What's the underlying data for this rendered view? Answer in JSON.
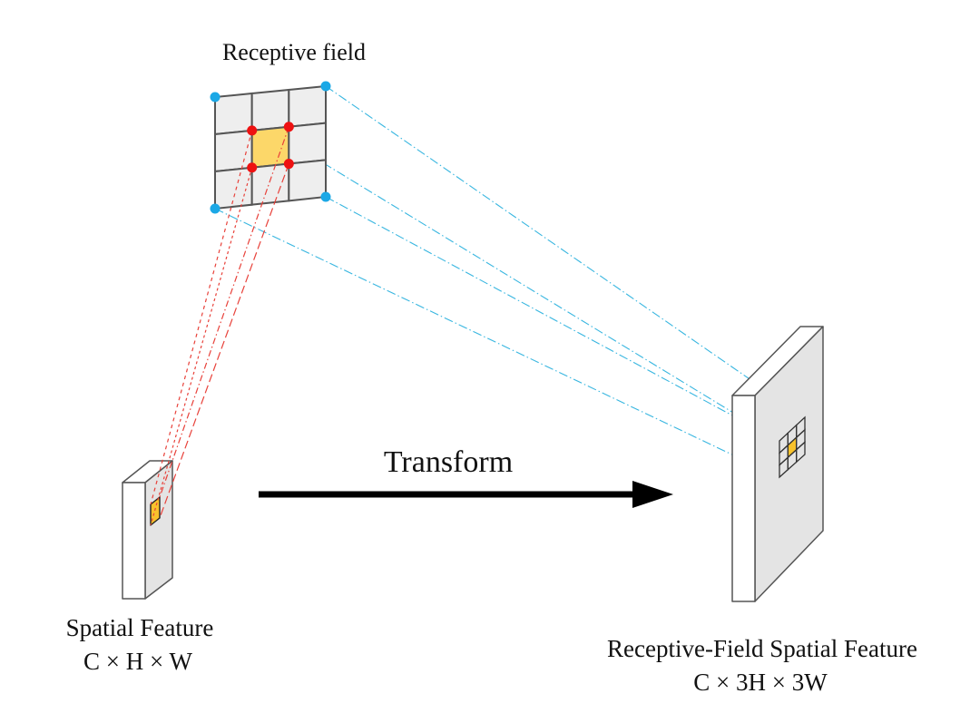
{
  "diagram": {
    "title_receptive_field": "Receptive field",
    "transform_label": "Transform",
    "left_block": {
      "name": "Spatial Feature",
      "shape": "C × H × W"
    },
    "right_block": {
      "name": "Receptive-Field Spatial Feature",
      "shape": "C × 3H × 3W"
    },
    "receptive_field_grid": {
      "rows": 3,
      "cols": 3,
      "highlighted_cell": [
        1,
        1
      ]
    },
    "colors": {
      "grid_fill": "#eeeeee",
      "grid_line": "#555555",
      "highlight_fill": "#fcd769",
      "small_highlight_fill": "#f8c22c",
      "red_point": "#ee1111",
      "blue_point": "#1ba8e6",
      "red_projection": "#e8413a",
      "blue_projection": "#38b6e0",
      "box_side": "#e4e4e4",
      "box_front": "#ffffff",
      "arrow": "#000000"
    }
  }
}
